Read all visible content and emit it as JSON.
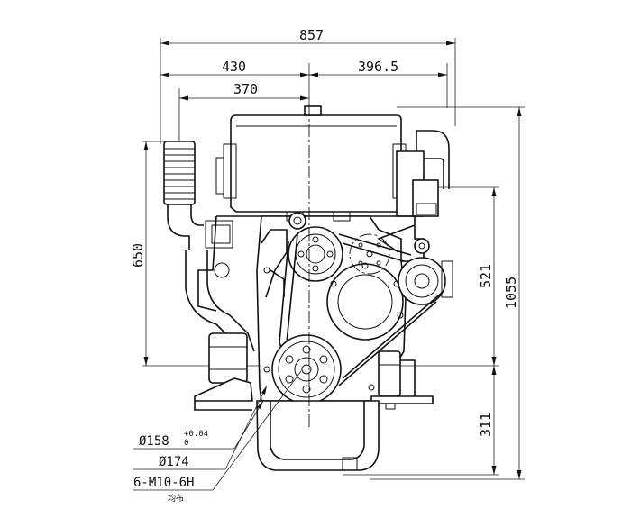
{
  "drawing": {
    "dimensions": {
      "overall_width": "857",
      "left_width": "430",
      "right_width": "396.5",
      "inner_width": "370",
      "left_height": "650",
      "right_height_upper": "521",
      "right_height_total": "1055",
      "right_height_lower": "311"
    },
    "callouts": {
      "pulley_diameter": "Ø158",
      "pulley_tol_upper": "+0.04",
      "pulley_tol_lower": "0",
      "hub_diameter": "Ø174",
      "bolt_spec": "6-M10-6H",
      "bolt_note": "均布"
    }
  }
}
